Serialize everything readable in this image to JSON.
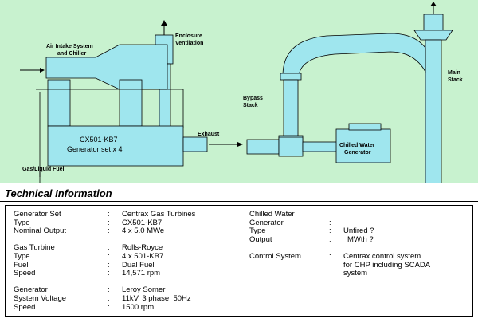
{
  "diagram": {
    "labels": {
      "air_intake_line1": "Air Intake System",
      "air_intake_line2": "and Chiller",
      "enclosure_line1": "Enclosure",
      "enclosure_line2": "Ventilation",
      "generator_line1": "CX501-KB7",
      "generator_line2": "Generator set x 4",
      "exhaust": "Exhaust",
      "gas_fuel": "Gas/Liquid Fuel",
      "bypass_line1": "Bypass",
      "bypass_line2": "Stack",
      "chiller_line1": "Chilled Water",
      "chiller_line2": "Generator",
      "main_line1": "Main",
      "main_line2": "Stack"
    }
  },
  "tech": {
    "title": "Technical Information",
    "left": [
      {
        "k": "Generator Set",
        "v": "Centrax Gas Turbines"
      },
      {
        "k": "Type",
        "v": "CX501-KB7"
      },
      {
        "k": "Nominal Output",
        "v": "4 x 5.0 MWe"
      },
      {
        "k": "Gas Turbine",
        "v": "Rolls-Royce"
      },
      {
        "k": "Type",
        "v": "4 x 501-KB7"
      },
      {
        "k": "Fuel",
        "v": "Dual Fuel"
      },
      {
        "k": "Speed",
        "v": "14,571 rpm"
      },
      {
        "k": "Generator",
        "v": "Leroy Somer"
      },
      {
        "k": "System Voltage",
        "v": "11kV, 3 phase, 50Hz"
      },
      {
        "k": "Speed",
        "v": "1500 rpm"
      }
    ],
    "right": {
      "chilled_heading": "Chilled Water",
      "rows": [
        {
          "k": "Generator",
          "v": ""
        },
        {
          "k": "Type",
          "v": "Unfired ?"
        },
        {
          "k": "Output",
          "v": "MWth ?"
        }
      ],
      "control_key": "Control System",
      "control_lines": [
        "Centrax control system",
        "for CHP including SCADA",
        "system"
      ]
    },
    "separator": ":"
  }
}
